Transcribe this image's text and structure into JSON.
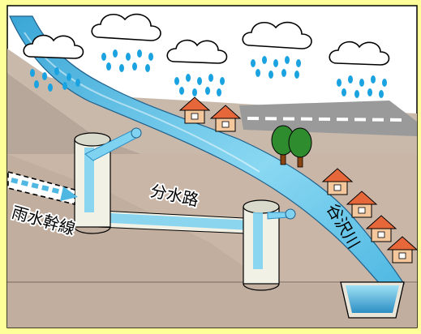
{
  "labels": {
    "diversion_channel": "分水路",
    "storm_trunk": "雨水幹線",
    "river": "谷沢川"
  },
  "colors": {
    "frame": "#ffff99",
    "sky": "#ffffff",
    "hillside": "#b7a79b",
    "ground": "#c8b9ab",
    "river": "#6fc8e8",
    "river_dark": "#3a9ccc",
    "pipe": "#f1f1e6",
    "pipe_water": "#7fd2f0",
    "rain": "#1aa3e0",
    "roof": "#e5673a",
    "wall": "#f5c79c",
    "road": "#9a9a9a",
    "tree": "#2e8b2e",
    "trunk": "#8b4513"
  },
  "icons": {
    "cloud": "cloud-icon",
    "house": "house-icon",
    "tree": "tree-icon",
    "raindrop": "raindrop-icon"
  }
}
